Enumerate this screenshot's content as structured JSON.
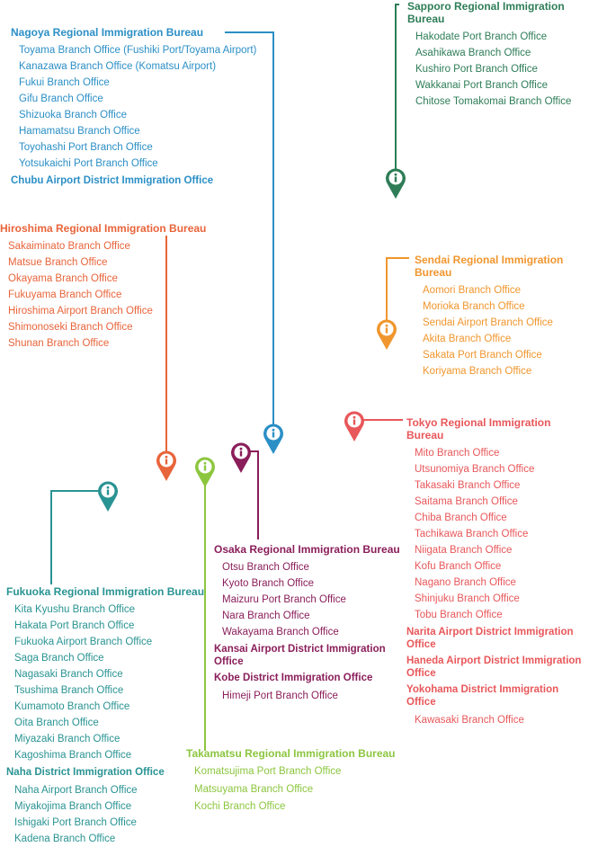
{
  "colors": {
    "nagoya": "#2b8fc6",
    "sapporo": "#2e7d57",
    "hiroshima": "#e8643a",
    "sendai": "#f0962e",
    "tokyo": "#e8575a",
    "osaka": "#8a1e5a",
    "fukuoka": "#2a9393",
    "takamatsu": "#8cc63f"
  },
  "pin_icon": "info-icon",
  "bureaus": {
    "nagoya": {
      "title": "Nagoya Regional Immigration Bureau",
      "branches": [
        "Toyama Branch Office (Fushiki Port/Toyama Airport)",
        "Kanazawa Branch Office (Komatsu Airport)",
        "Fukui Branch Office",
        "Gifu Branch Office",
        "Shizuoka Branch Office",
        "Hamamatsu Branch Office",
        "Toyohashi Port Branch Office",
        "Yotsukaichi Port Branch Office"
      ],
      "district": "Chubu Airport District Immigration Office"
    },
    "sapporo": {
      "title": "Sapporo Regional Immigration Bureau",
      "branches": [
        "Hakodate Port Branch Office",
        "Asahikawa Branch Office",
        "Kushiro Port Branch Office",
        "Wakkanai Port Branch Office",
        "Chitose Tomakomai Branch Office"
      ]
    },
    "hiroshima": {
      "title": "Hiroshima Regional Immigration Bureau",
      "branches": [
        "Sakaiminato Branch Office",
        "Matsue Branch Office",
        "Okayama Branch Office",
        "Fukuyama Branch Office",
        "Hiroshima Airport Branch Office",
        "Shimonoseki Branch Office",
        "Shunan Branch Office"
      ]
    },
    "sendai": {
      "title": "Sendai Regional Immigration Bureau",
      "branches": [
        "Aomori Branch Office",
        "Morioka Branch Office",
        "Sendai Airport Branch Office",
        "Akita Branch Office",
        "Sakata Port Branch Office",
        "Koriyama Branch Office"
      ]
    },
    "tokyo": {
      "title": "Tokyo Regional Immigration Bureau",
      "branches": [
        "Mito Branch Office",
        "Utsunomiya Branch Office",
        "Takasaki Branch Office",
        "Saitama Branch Office",
        "Chiba Branch Office",
        "Tachikawa Branch Office",
        "Niigata Branch Office",
        "Kofu Branch Office",
        "Nagano Branch Office",
        "Shinjuku Branch Office",
        "Tobu Branch Office"
      ],
      "district1": "Narita Airport District Immigration Office",
      "district2": "Haneda Airport District Immigration Office",
      "district3": "Yokohama District Immigration Office",
      "district3_branches": [
        "Kawasaki Branch Office"
      ]
    },
    "osaka": {
      "title": "Osaka Regional Immigration Bureau",
      "branches": [
        "Otsu Branch Office",
        "Kyoto Branch Office",
        "Maizuru Port Branch Office",
        "Nara Branch Office",
        "Wakayama Branch Office"
      ],
      "district1": "Kansai Airport District Immigration Office",
      "district2": "Kobe District Immigration Office",
      "district2_branches": [
        "Himeji Port Branch Office"
      ]
    },
    "fukuoka": {
      "title": "Fukuoka Regional Immigration Bureau",
      "branches": [
        "Kita Kyushu Branch Office",
        "Hakata Port Branch Office",
        "Fukuoka Airport Branch Office",
        "Saga Branch Office",
        "Nagasaki Branch Office",
        "Tsushima Branch Office",
        "Kumamoto Branch Office",
        "Oita Branch Office",
        "Miyazaki Branch Office",
        "Kagoshima Branch Office"
      ],
      "district": "Naha District Immigration Office",
      "district_branches": [
        "Naha Airport Branch Office",
        "Miyakojima Branch Office",
        "Ishigaki Port Branch Office",
        "Kadena Branch Office"
      ]
    },
    "takamatsu": {
      "title": "Takamatsu Regional Immigration Bureau",
      "branches": [
        "Komatsujima Port Branch Office",
        "Matsuyama Branch Office",
        "Kochi Branch Office"
      ]
    }
  }
}
